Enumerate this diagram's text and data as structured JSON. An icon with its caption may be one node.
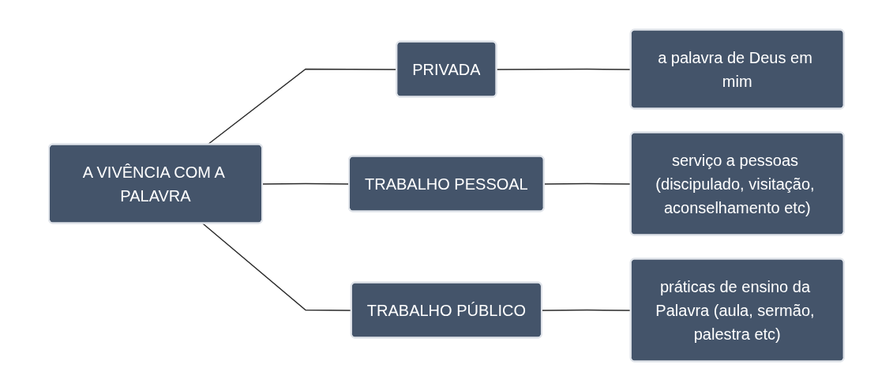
{
  "diagram": {
    "nodes": [
      {
        "text": [
          "A VIVÊNCIA COM A PALAVRA"
        ]
      },
      {
        "text": [
          "PRIVADA"
        ]
      },
      {
        "text": [
          "a palavra de Deus em mim"
        ]
      },
      {
        "text": [
          "TRABALHO PESSOAL"
        ]
      },
      {
        "text": [
          "serviço a pessoas (discipulado, visitação, aconselhamento etc)"
        ]
      },
      {
        "text": [
          "TRABALHO PÚBLICO"
        ]
      },
      {
        "text": [
          "práticas de ensino da Palavra (aula, sermão, palestra etc)"
        ]
      }
    ],
    "edges": [
      {
        "from": 0,
        "to": 1,
        "arrow": "none"
      },
      {
        "from": 0,
        "to": 3,
        "arrow": "none"
      },
      {
        "from": 0,
        "to": 5,
        "arrow": "none"
      },
      {
        "from": 1,
        "to": 2,
        "arrow": "none"
      },
      {
        "from": 3,
        "to": 4,
        "arrow": "none"
      },
      {
        "from": 5,
        "to": 6,
        "arrow": "none"
      }
    ]
  }
}
